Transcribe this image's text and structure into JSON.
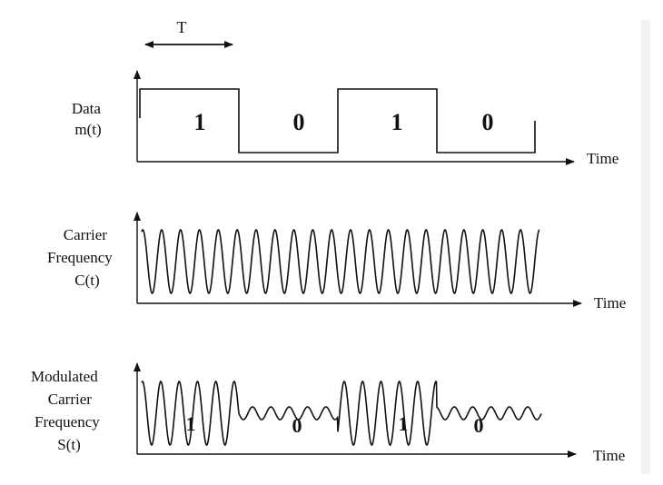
{
  "period_label": "T",
  "panels": {
    "data": {
      "label_lines": [
        "Data",
        "m(t)"
      ],
      "axis_label": "Time",
      "bits": [
        "1",
        "0",
        "1",
        "0"
      ]
    },
    "carrier": {
      "label_lines": [
        "Carrier",
        "Frequency",
        "C(t)"
      ],
      "axis_label": "Time"
    },
    "modulated": {
      "label_lines": [
        "Modulated",
        "Carrier",
        "Frequency",
        "S(t)"
      ],
      "axis_label": "Time",
      "bits": [
        "1",
        "0",
        "1",
        "0"
      ]
    }
  },
  "colors": {
    "ink": "#111111",
    "strip": "#f2f2f2"
  }
}
